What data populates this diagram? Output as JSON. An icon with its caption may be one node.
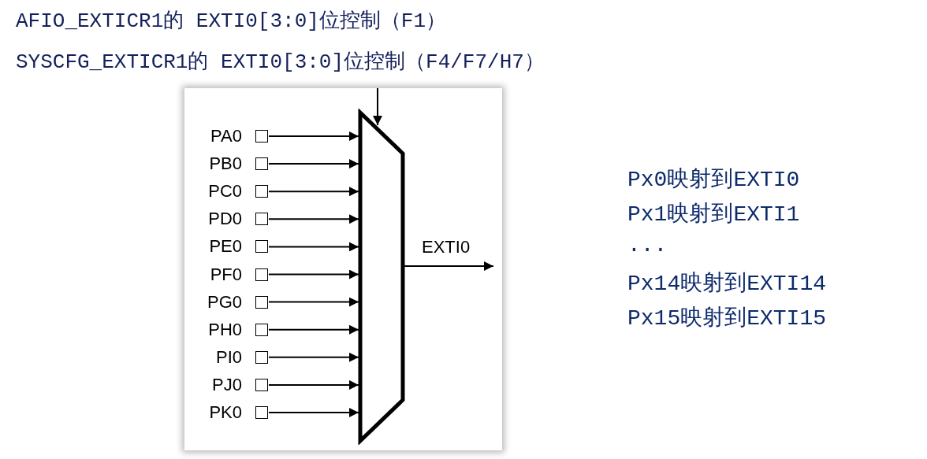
{
  "diagram": {
    "nodes": [
      {
        "text": [
          "PA0"
        ]
      },
      {
        "text": [
          "PB0"
        ]
      },
      {
        "text": [
          "PC0"
        ]
      },
      {
        "text": [
          "PD0"
        ]
      },
      {
        "text": [
          "PE0"
        ]
      },
      {
        "text": [
          "PF0"
        ]
      },
      {
        "text": [
          "PG0"
        ]
      },
      {
        "text": [
          "PH0"
        ]
      },
      {
        "text": [
          "PI0"
        ]
      },
      {
        "text": [
          "PJ0"
        ]
      },
      {
        "text": [
          "PK0"
        ]
      },
      {
        "text": [],
        "shape": "trapezoid"
      }
    ],
    "edges": [
      {
        "from": 0,
        "to": 11,
        "arrow": "to"
      },
      {
        "from": 1,
        "to": 11,
        "arrow": "to"
      },
      {
        "from": 2,
        "to": 11,
        "arrow": "to"
      },
      {
        "from": 3,
        "to": 11,
        "arrow": "to"
      },
      {
        "from": 4,
        "to": 11,
        "arrow": "to"
      },
      {
        "from": 5,
        "to": 11,
        "arrow": "to"
      },
      {
        "from": 6,
        "to": 11,
        "arrow": "to"
      },
      {
        "from": 7,
        "to": 11,
        "arrow": "to"
      },
      {
        "from": 8,
        "to": 11,
        "arrow": "to"
      },
      {
        "from": 9,
        "to": 11,
        "arrow": "to"
      },
      {
        "from": 10,
        "to": 11,
        "arrow": "to"
      },
      {
        "from": 11,
        "to": null,
        "arrow": "to",
        "label": "EXTI0"
      },
      {
        "from": null,
        "to": 11,
        "arrow": "to"
      }
    ],
    "labels": [
      "AFIO_EXTICR1的 EXTI0[3:0]位控制（F1）",
      "SYSCFG_EXTICR1的 EXTI0[3:0]位控制（F4/F7/H7）",
      "Px0映射到EXTI0",
      "Px1映射到EXTI1",
      "...",
      "Px14映射到EXTI14",
      "Px15映射到EXTI15"
    ]
  }
}
